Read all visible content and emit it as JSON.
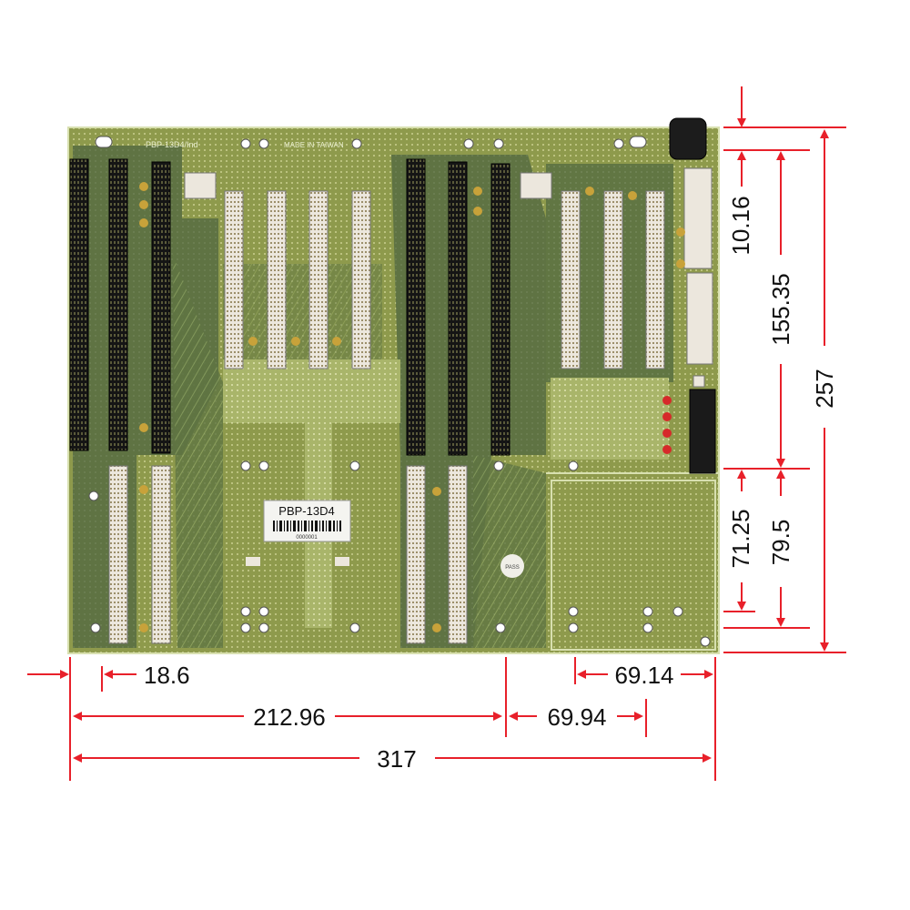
{
  "board": {
    "silk_top": "PBP-13D4/Ind",
    "silk_made": "MADE IN TAIWAN",
    "label_model": "PBP-13D4",
    "label_serial": "0000001",
    "sticker": "PASS",
    "colors": {
      "pcb": "#8e9a4c",
      "pcb_dark": "#3f5a3a",
      "pcb_light": "#b3c070",
      "isa_slot": "#1a1a1a",
      "pci_slot": "#ece7dd",
      "dim_red": "#e8202a"
    }
  },
  "dimensions": {
    "right_top": "10.16",
    "right_middle": "155.35",
    "right_total": "257",
    "right_lower_inner": "71.25",
    "right_lower_outer": "79.5",
    "bottom_left_offset": "18.6",
    "bottom_right_inner": "69.14",
    "bottom_main": "212.96",
    "bottom_right_outer": "69.94",
    "bottom_total": "317"
  }
}
